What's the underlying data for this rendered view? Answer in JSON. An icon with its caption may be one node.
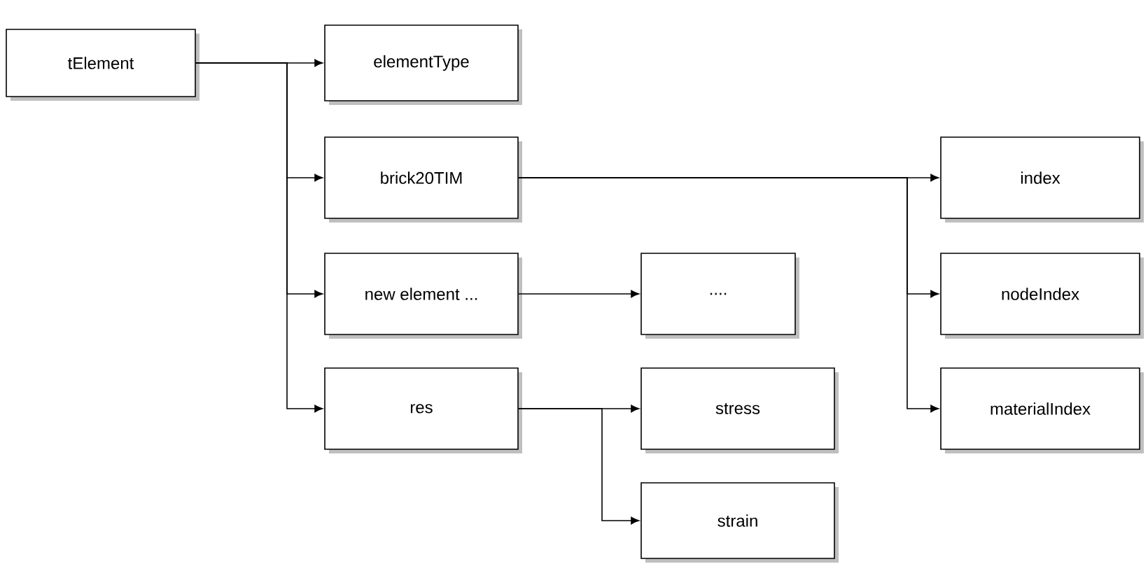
{
  "diagram": {
    "nodes": [
      {
        "text": [
          "tElement"
        ]
      },
      {
        "text": [
          "elementType"
        ]
      },
      {
        "text": [
          "brick20TIM"
        ]
      },
      {
        "text": [
          "new element ..."
        ]
      },
      {
        "text": [
          "res"
        ]
      },
      {
        "text": [
          "...."
        ]
      },
      {
        "text": [
          "stress"
        ]
      },
      {
        "text": [
          "strain"
        ]
      },
      {
        "text": [
          "index"
        ]
      },
      {
        "text": [
          "nodeIndex"
        ]
      },
      {
        "text": [
          "materialIndex"
        ]
      }
    ],
    "edges": [
      {
        "from": 0,
        "to": 1,
        "arrow": "to"
      },
      {
        "from": 0,
        "to": 2,
        "arrow": "to"
      },
      {
        "from": 0,
        "to": 3,
        "arrow": "to"
      },
      {
        "from": 0,
        "to": 4,
        "arrow": "to"
      },
      {
        "from": 2,
        "to": 8,
        "arrow": "to"
      },
      {
        "from": 2,
        "to": 9,
        "arrow": "to"
      },
      {
        "from": 2,
        "to": 10,
        "arrow": "to"
      },
      {
        "from": 3,
        "to": 5,
        "arrow": "to"
      },
      {
        "from": 4,
        "to": 6,
        "arrow": "to"
      },
      {
        "from": 4,
        "to": 7,
        "arrow": "to"
      }
    ]
  }
}
